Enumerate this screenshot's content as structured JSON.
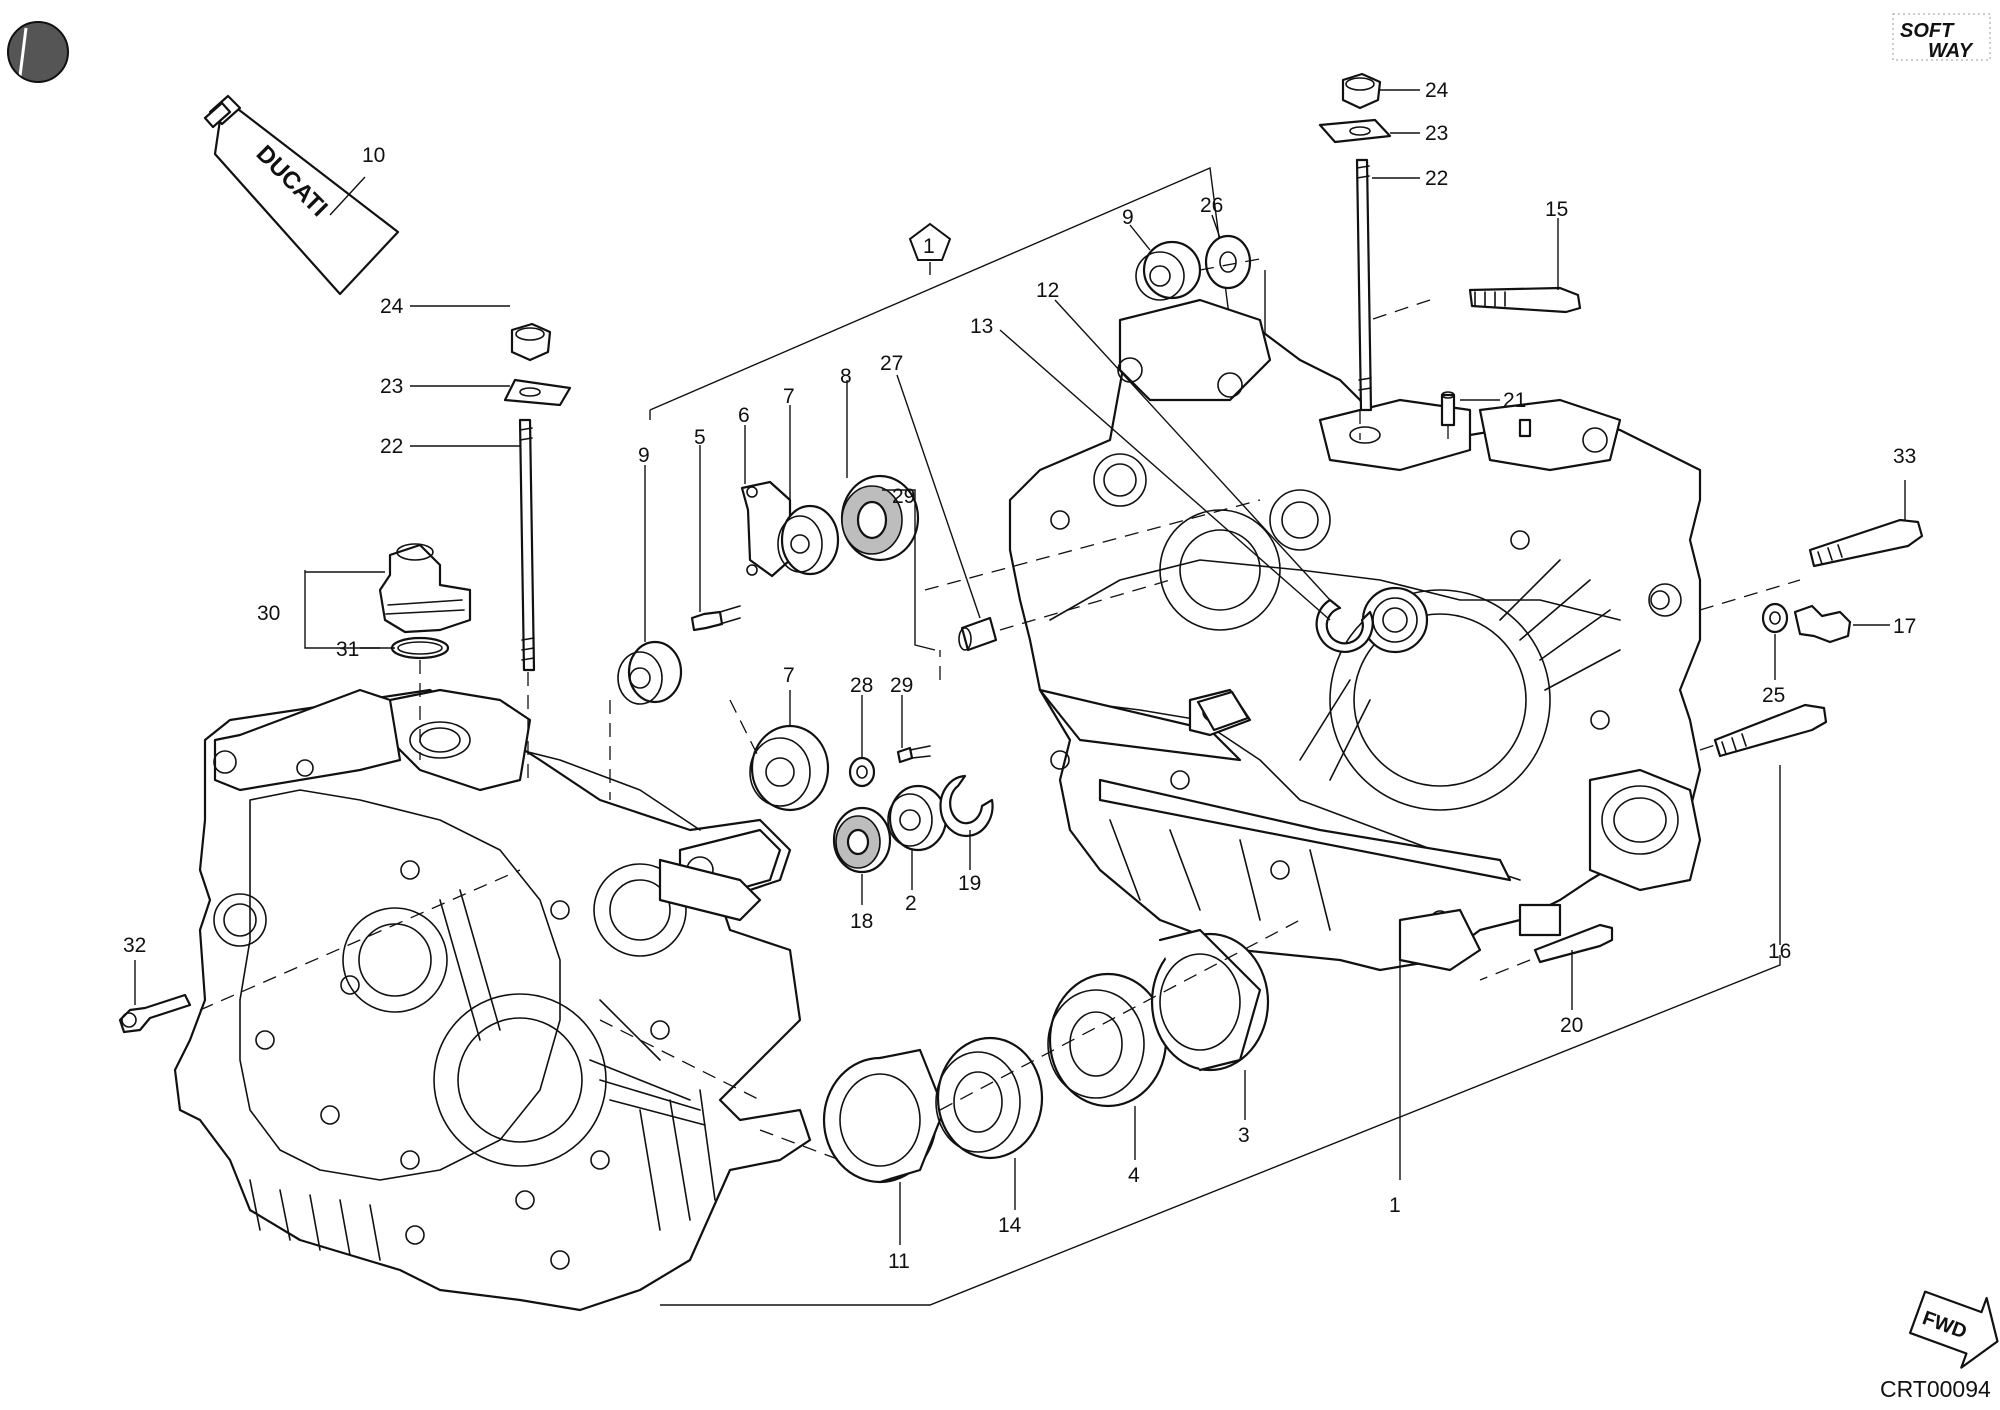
{
  "diagram": {
    "code": "CRT00094",
    "tube_brand": "DUCATI",
    "logo_text": [
      "SOFT",
      "WAY"
    ],
    "fwd_text": "FWD",
    "group_symbol": "1",
    "callouts": [
      "1",
      "2",
      "3",
      "4",
      "5",
      "6",
      "7",
      "7",
      "8",
      "9",
      "9",
      "10",
      "11",
      "12",
      "13",
      "14",
      "15",
      "16",
      "17",
      "18",
      "19",
      "20",
      "21",
      "22",
      "22",
      "23",
      "23",
      "24",
      "24",
      "25",
      "26",
      "27",
      "28",
      "29",
      "29",
      "30",
      "31",
      "32",
      "33"
    ]
  }
}
